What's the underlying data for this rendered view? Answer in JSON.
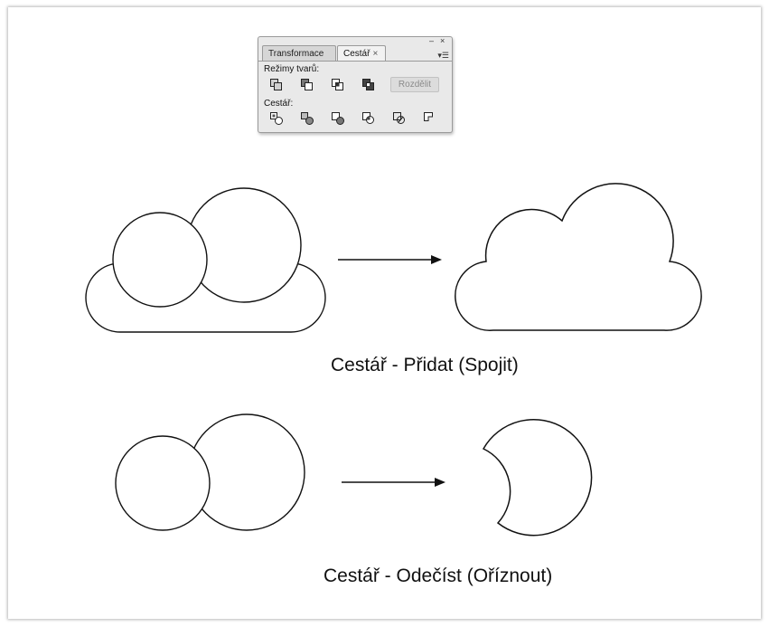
{
  "panel": {
    "tabs": [
      {
        "label": "Transformace",
        "active": false
      },
      {
        "label": "Cestář",
        "active": true,
        "close": "×"
      }
    ],
    "shape_modes_label": "Režimy tvarů:",
    "shape_mode_icons": [
      "unite-icon",
      "minus-front-icon",
      "intersect-icon",
      "exclude-icon"
    ],
    "split_button": "Rozdělit",
    "pathfinder_label": "Cestář:",
    "pathfinder_icons": [
      "divide-icon",
      "trim-icon",
      "merge-icon",
      "crop-icon",
      "outline-icon",
      "minus-back-icon"
    ],
    "window_controls": {
      "minimize": "–",
      "close": "×"
    },
    "menu_icon": "panel-menu-icon"
  },
  "captions": {
    "unite": "Cestář - Přidat (Spojit)",
    "subtract": "Cestář - Odečíst (Oříznout)"
  },
  "colors": {
    "stroke": "#111111",
    "panel_bg": "#e9e9e9"
  }
}
